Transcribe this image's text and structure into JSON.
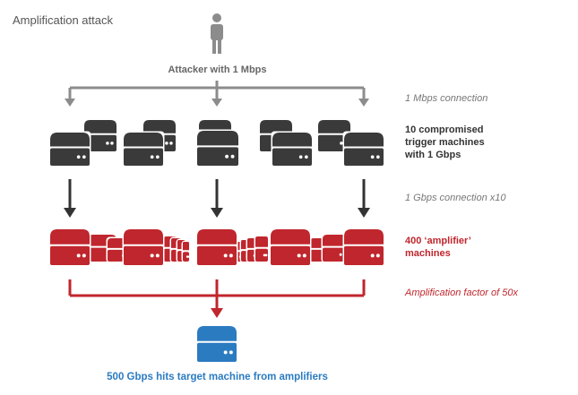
{
  "title": "Amplification attack",
  "attacker": {
    "label": "Attacker with 1 Mbps",
    "icon": "person-icon"
  },
  "side_labels": {
    "connection_1mbps": "1 Mbps connection",
    "trigger_machines": "10 compromised\ntrigger machines\nwith 1 Gbps",
    "connection_1gbps": "1 Gbps connection x10",
    "amplifier_machines": "400 ‘amplifier’\nmachines",
    "amplification_factor": "Amplification factor of 50x"
  },
  "target": {
    "label": "500 Gbps hits target machine from amplifiers",
    "icon": "server-icon"
  },
  "colors": {
    "gray_server": "#3a3a3a",
    "gray_arrow": "#8c8c8c",
    "dark_arrow": "#333333",
    "red": "#c0262d",
    "blue": "#2b7bc1"
  }
}
